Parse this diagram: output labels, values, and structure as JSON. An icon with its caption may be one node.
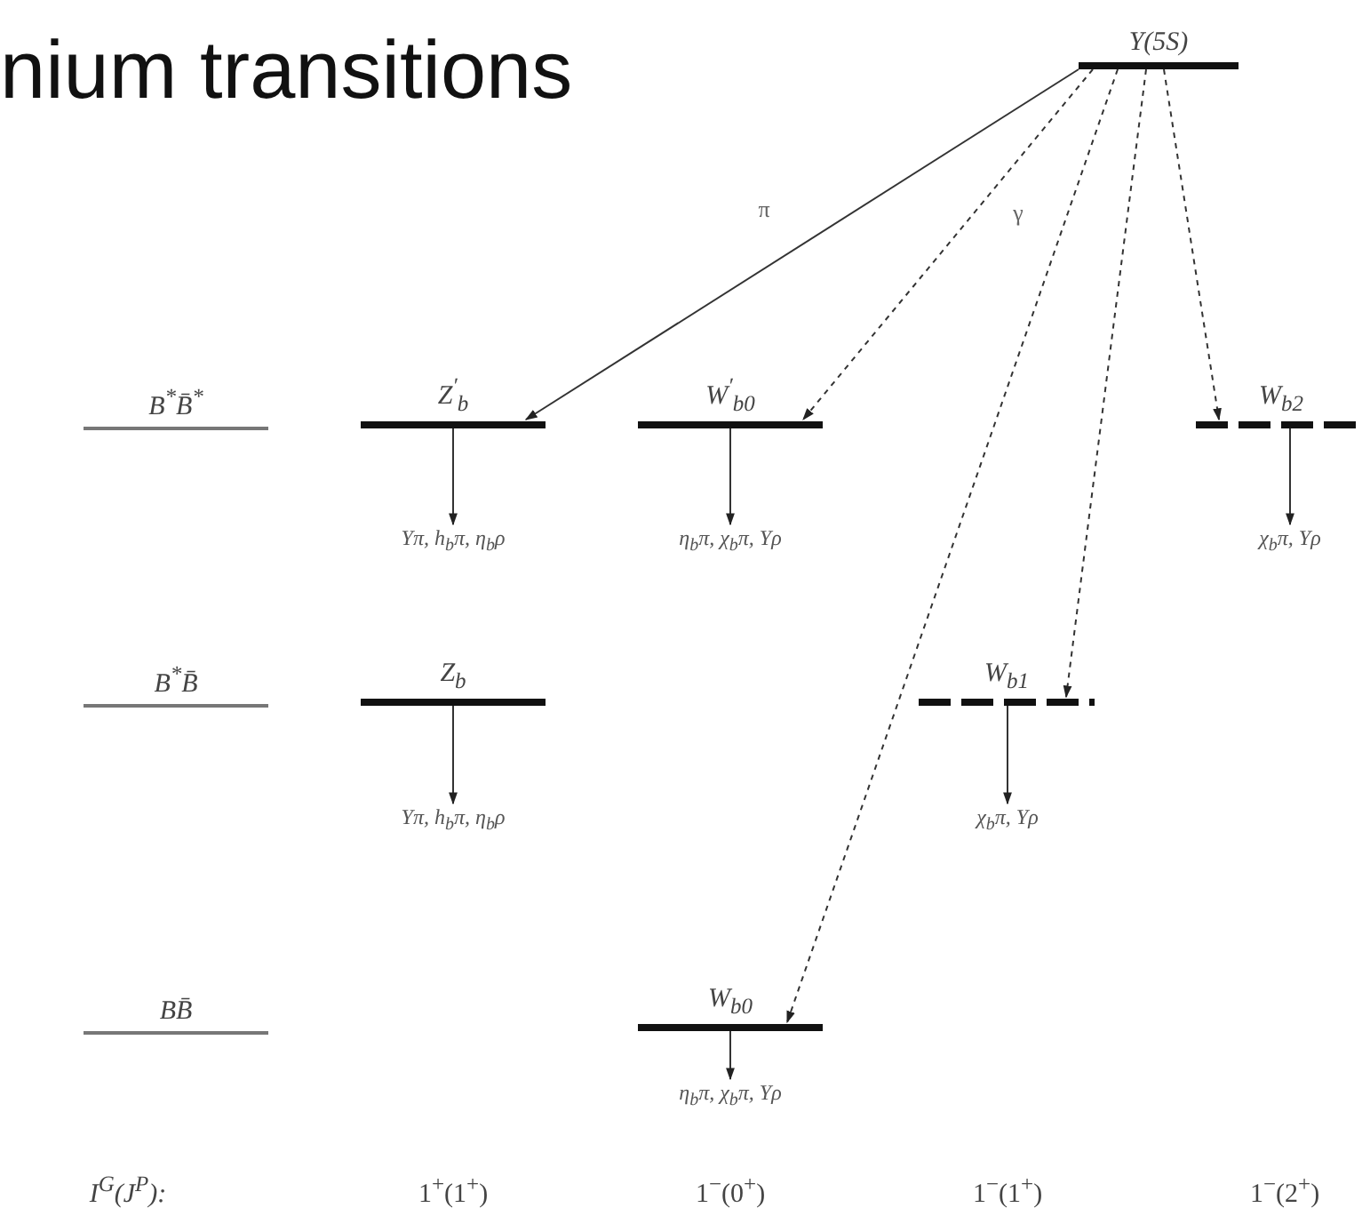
{
  "diagram": {
    "title": "nium transitions",
    "nodes": [
      {
        "text": [
          "Υ(5S)"
        ]
      },
      {
        "text": [
          "B$^{*}$B̄$^{*}$"
        ]
      },
      {
        "text": [
          "Z$^{′}$$_{b}$"
        ]
      },
      {
        "text": [
          "W$^{′}$$_{b0}$"
        ]
      },
      {
        "text": [
          "W$_{b2}$"
        ]
      },
      {
        "text": [
          "Υπ, h$_{b}$π, η$_{b}$ρ"
        ]
      },
      {
        "text": [
          "η$_{b}$π, χ$_{b}$π, Υρ"
        ]
      },
      {
        "text": [
          "χ$_{b}$π, Υρ"
        ]
      },
      {
        "text": [
          "B$^{*}$B̄"
        ]
      },
      {
        "text": [
          "Z$_{b}$"
        ]
      },
      {
        "text": [
          "W$_{b1}$"
        ]
      },
      {
        "text": [
          "Υπ, h$_{b}$π, η$_{b}$ρ"
        ]
      },
      {
        "text": [
          "χ$_{b}$π, Υρ"
        ]
      },
      {
        "text": [
          "BB̄"
        ]
      },
      {
        "text": [
          "W$_{b0}$"
        ]
      },
      {
        "text": [
          "η$_{b}$π, χ$_{b}$π, Υρ"
        ]
      }
    ],
    "edges": [
      {
        "from": 0,
        "to": 2,
        "arrow": "to",
        "label": "π"
      },
      {
        "from": 0,
        "to": 3,
        "arrow": "to",
        "label": "γ",
        "style": "dashed"
      },
      {
        "from": 0,
        "to": 14,
        "arrow": "to",
        "style": "dashed"
      },
      {
        "from": 0,
        "to": 10,
        "arrow": "to",
        "style": "dashed"
      },
      {
        "from": 0,
        "to": 4,
        "arrow": "to",
        "style": "dashed"
      },
      {
        "from": 2,
        "to": 5,
        "arrow": "to"
      },
      {
        "from": 3,
        "to": 6,
        "arrow": "to"
      },
      {
        "from": 4,
        "to": 7,
        "arrow": "to"
      },
      {
        "from": 9,
        "to": 11,
        "arrow": "to"
      },
      {
        "from": 10,
        "to": 12,
        "arrow": "to"
      },
      {
        "from": 14,
        "to": 15,
        "arrow": "to"
      }
    ],
    "labels": [
      "I$^{G}$(J$^{P}$):",
      "1$^{+}$(1$^{+}$)",
      "1$^{−}$(0$^{+}$)",
      "1$^{−}$(1$^{+}$)",
      "1$^{−}$(2$^{+}$)"
    ]
  }
}
